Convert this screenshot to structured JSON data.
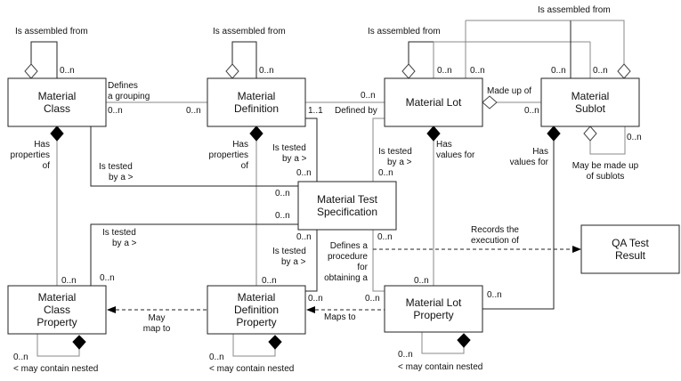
{
  "diagram": {
    "type": "UML class diagram",
    "entities": {
      "material_class": [
        "Material",
        "Class"
      ],
      "material_definition": [
        "Material",
        "Definition"
      ],
      "material_lot": [
        "Material Lot"
      ],
      "material_sublot": [
        "Material",
        "Sublot"
      ],
      "material_test_spec": [
        "Material Test",
        "Specification"
      ],
      "qa_test_result": [
        "QA Test",
        "Result"
      ],
      "material_class_property": [
        "Material",
        "Class",
        "Property"
      ],
      "material_definition_property": [
        "Material",
        "Definition",
        "Property"
      ],
      "material_lot_property": [
        "Material Lot",
        "Property"
      ]
    },
    "labels": {
      "mc_assembled": "Is assembled from",
      "md_assembled": "Is assembled from",
      "ml_assembled": "Is assembled from",
      "ms_assembled": "Is assembled from",
      "defines_grouping": [
        "Defines",
        "a grouping"
      ],
      "defined_by": "Defined by",
      "made_up_of": "Made up of",
      "mc_has_properties": [
        "Has",
        "properties",
        "of"
      ],
      "md_has_properties": [
        "Has",
        "properties",
        "of"
      ],
      "ml_has_values": [
        "Has",
        "values for"
      ],
      "ms_has_values": [
        "Has",
        "values for"
      ],
      "sublots": [
        "May be made up",
        "of sublots"
      ],
      "mc_tested": [
        "Is tested",
        "by a >"
      ],
      "md_tested": [
        "Is tested",
        "by a >"
      ],
      "ml_tested": [
        "Is tested",
        "by a >"
      ],
      "mcp_tested": [
        "Is tested",
        "by a >"
      ],
      "mdp_tested": [
        "Is tested",
        "by a >"
      ],
      "defines_procedure": [
        "Defines a",
        "procedure",
        "for",
        "obtaining a"
      ],
      "records_execution": [
        "Records the",
        "execution of"
      ],
      "may_map_to": [
        "May",
        "map to"
      ],
      "maps_to": "Maps to",
      "nested": "< may contain nested"
    },
    "multiplicity": {
      "many": "0..n",
      "one": "1..1"
    },
    "colors": {
      "line_dark": "#222222",
      "line_gray": "#888888",
      "diamond_filled": "#000000",
      "background": "#ffffff"
    }
  }
}
